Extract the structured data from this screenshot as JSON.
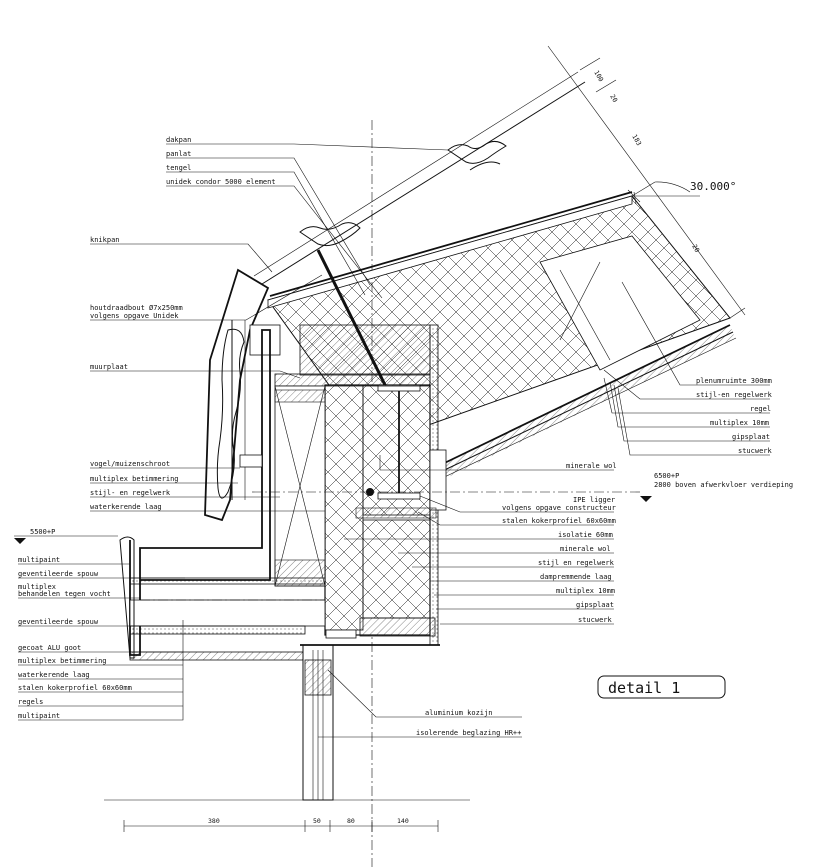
{
  "labels_left": {
    "dakpan": "dakpan",
    "panlat": "panlat",
    "tengel": "tengel",
    "unidek": "unidek condor 5000 element",
    "knikpan": "knikpan",
    "houtdraadbout_1": "houtdraadbout Ø7x250mm",
    "houtdraadbout_2": "volgens opgave Unidek",
    "muurplaat": "muurplaat",
    "vogelschroot": "vogel/muizenschroot",
    "multiplex_betim": "multiplex betimmering",
    "stijl_regelwerk": "stijl- en regelwerk",
    "waterkerende": "waterkerende laag"
  },
  "labels_wall": {
    "level": "5500+P",
    "multipaint": "multipaint",
    "geventileerde": "geventileerde spouw",
    "multiplex_1": "multiplex",
    "multiplex_2": "behandelen tegen vocht",
    "geventileerde_2": "geventileerde spouw",
    "alu_goot": "gecoat ALU goot",
    "multiplex_bet": "multiplex betimmering",
    "waterkerende": "waterkerende laag",
    "kokerprofiel": "stalen kokerprofiel 60x60mm",
    "regels": "regels",
    "multipaint_2": "multipaint"
  },
  "labels_right": {
    "plenum": "plenumruimte 300mm",
    "stijl_regel": "stijl-en regelwerk",
    "regel": "regel",
    "multiplex": "multiplex 10mm",
    "gipsplaat": "gipsplaat",
    "stucwerk": "stucwerk",
    "minerale": "minerale wol",
    "level_1": "6500+P",
    "level_2": "2800 boven afwerkvloer verdieping",
    "ipe_1": "IPE ligger",
    "ipe_2": "volgens opgave constructeur",
    "koker": "stalen kokerprofiel 60x60mm",
    "isolatie": "isolatie 60mm",
    "minerale_2": "minerale wol",
    "stijl_2": "stijl en regelwerk",
    "damp": "dampremmende laag",
    "multiplex_2": "multiplex 10mm",
    "gips_2": "gipsplaat",
    "stuc_2": "stucwerk"
  },
  "labels_bottom": {
    "kozijn": "aluminium kozijn",
    "beglazing": "isolerende beglazing HR++"
  },
  "angle": "30.000°",
  "detail_title": "detail 1",
  "roof_dims": [
    "100",
    "20",
    "183",
    "20"
  ],
  "bottom_dims": [
    "380",
    "50",
    "80",
    "140"
  ]
}
